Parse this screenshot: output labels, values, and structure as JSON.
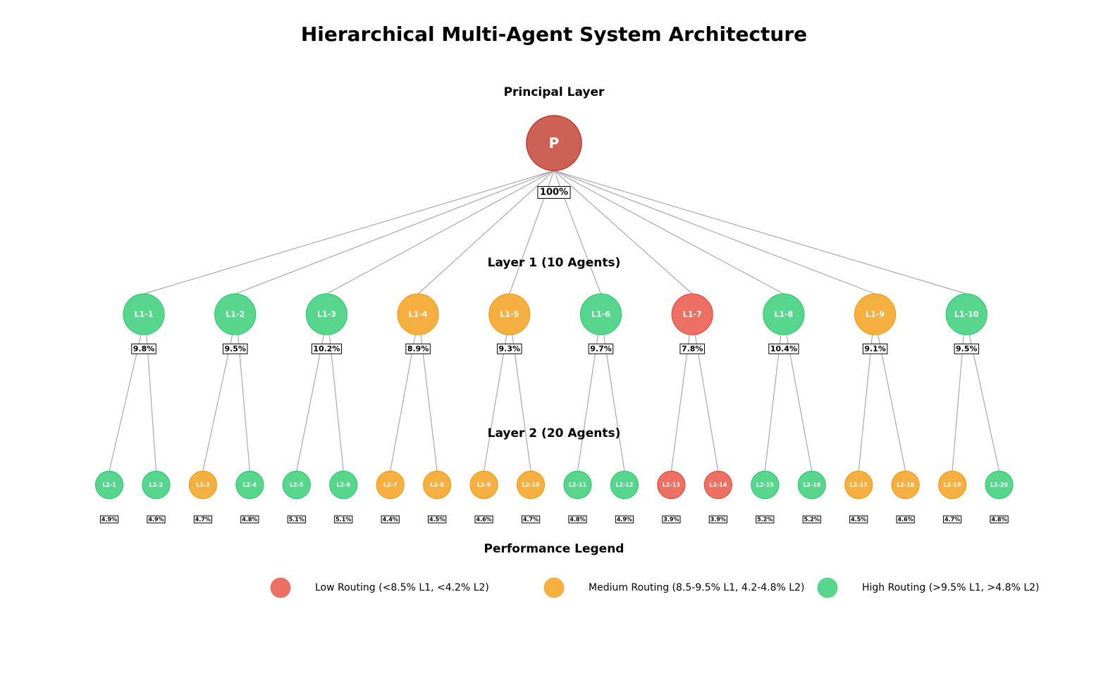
{
  "title": "Hierarchical Multi-Agent System Architecture",
  "colors": {
    "low": "#E74C3C",
    "medium": "#F39C12",
    "high": "#2ECC71",
    "principal": "#C0392B",
    "edge": "#aaaaaa"
  },
  "principal": {
    "layer_title": "Principal Layer",
    "label": "P",
    "percentage": "100%"
  },
  "layer1": {
    "layer_title": "Layer 1 (10 Agents)",
    "agents": [
      {
        "label": "L1-1",
        "percentage": "9.8%",
        "level": "high"
      },
      {
        "label": "L1-2",
        "percentage": "9.5%",
        "level": "high"
      },
      {
        "label": "L1-3",
        "percentage": "10.2%",
        "level": "high"
      },
      {
        "label": "L1-4",
        "percentage": "8.9%",
        "level": "medium"
      },
      {
        "label": "L1-5",
        "percentage": "9.3%",
        "level": "medium"
      },
      {
        "label": "L1-6",
        "percentage": "9.7%",
        "level": "high"
      },
      {
        "label": "L1-7",
        "percentage": "7.8%",
        "level": "low"
      },
      {
        "label": "L1-8",
        "percentage": "10.4%",
        "level": "high"
      },
      {
        "label": "L1-9",
        "percentage": "9.1%",
        "level": "medium"
      },
      {
        "label": "L1-10",
        "percentage": "9.5%",
        "level": "high"
      }
    ]
  },
  "layer2": {
    "layer_title": "Layer 2 (20 Agents)",
    "agents": [
      {
        "label": "L2-1",
        "percentage": "4.9%",
        "level": "high"
      },
      {
        "label": "L2-2",
        "percentage": "4.9%",
        "level": "high"
      },
      {
        "label": "L2-3",
        "percentage": "4.7%",
        "level": "medium"
      },
      {
        "label": "L2-4",
        "percentage": "4.8%",
        "level": "high"
      },
      {
        "label": "L2-5",
        "percentage": "5.1%",
        "level": "high"
      },
      {
        "label": "L2-6",
        "percentage": "5.1%",
        "level": "high"
      },
      {
        "label": "L2-7",
        "percentage": "4.4%",
        "level": "medium"
      },
      {
        "label": "L2-8",
        "percentage": "4.5%",
        "level": "medium"
      },
      {
        "label": "L2-9",
        "percentage": "4.6%",
        "level": "medium"
      },
      {
        "label": "L2-10",
        "percentage": "4.7%",
        "level": "medium"
      },
      {
        "label": "L2-11",
        "percentage": "4.8%",
        "level": "high"
      },
      {
        "label": "L2-12",
        "percentage": "4.9%",
        "level": "high"
      },
      {
        "label": "L2-13",
        "percentage": "3.9%",
        "level": "low"
      },
      {
        "label": "L2-14",
        "percentage": "3.9%",
        "level": "low"
      },
      {
        "label": "L2-15",
        "percentage": "5.2%",
        "level": "high"
      },
      {
        "label": "L2-16",
        "percentage": "5.2%",
        "level": "high"
      },
      {
        "label": "L2-17",
        "percentage": "4.5%",
        "level": "medium"
      },
      {
        "label": "L2-18",
        "percentage": "4.6%",
        "level": "medium"
      },
      {
        "label": "L2-19",
        "percentage": "4.7%",
        "level": "medium"
      },
      {
        "label": "L2-20",
        "percentage": "4.8%",
        "level": "high"
      }
    ]
  },
  "legend": {
    "title": "Performance Legend",
    "items": [
      {
        "label": "Low Routing (<8.5% L1, <4.2% L2)",
        "level": "low"
      },
      {
        "label": "Medium Routing (8.5-9.5% L1, 4.2-4.8% L2)",
        "level": "medium"
      },
      {
        "label": "High Routing (>9.5% L1, >4.8% L2)",
        "level": "high"
      }
    ]
  }
}
